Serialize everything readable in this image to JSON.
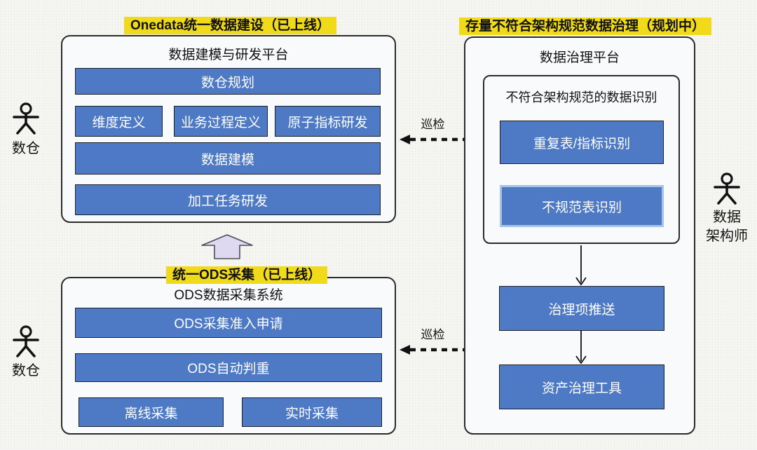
{
  "colors": {
    "bg": "#f4f4f1",
    "panel": "#f9fafc",
    "panel-border": "#2b2b2b",
    "block": "#4d79c5",
    "block-border": "#1b2029",
    "block-text": "#ffffff",
    "special-border": "#a6c3e8",
    "highlight": "#f0da19",
    "ink": "#111111",
    "arrow-fill": "#ded8f0"
  },
  "modeling": {
    "tag": "Onedata统一数据建设（已上线）",
    "title": "数据建模与研发平台",
    "blocks": {
      "planning": "数仓规划",
      "dimension": "维度定义",
      "process": "业务过程定义",
      "atomic": "原子指标研发",
      "modeling": "数据建模",
      "task": "加工任务研发"
    }
  },
  "ods": {
    "tag": "统一ODS采集（已上线）",
    "title": "ODS数据采集系统",
    "blocks": {
      "apply": "ODS采集准入申请",
      "dedupe": "ODS自动判重",
      "offline": "离线采集",
      "realtime": "实时采集"
    }
  },
  "governance": {
    "tag": "存量不符合架构规范数据治理（规划中）",
    "title": "数据治理平台",
    "identify": {
      "title": "不符合架构规范的数据识别",
      "duplicate": "重复表/指标识别",
      "nonstandard": "不规范表识别"
    },
    "push": "治理项推送",
    "tool": "资产治理工具"
  },
  "actors": {
    "warehouse_top": "数仓",
    "warehouse_bottom": "数仓",
    "architect_line1": "数据",
    "architect_line2": "架构师"
  },
  "inspect": {
    "top": "巡检",
    "bottom": "巡检"
  }
}
